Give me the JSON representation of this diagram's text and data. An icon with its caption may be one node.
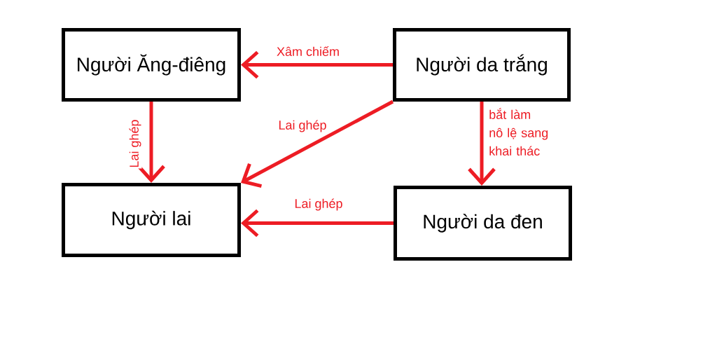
{
  "diagram": {
    "nodes": [
      {
        "text": [
          "Người Ăng-điêng"
        ]
      },
      {
        "text": [
          "Người da trắng"
        ]
      },
      {
        "text": [
          "Người lai"
        ]
      },
      {
        "text": [
          "Người da đen"
        ]
      }
    ],
    "edges": [
      {
        "from": 1,
        "to": 0,
        "arrow": "to",
        "label": "Xâm chiếm"
      },
      {
        "from": 0,
        "to": 2,
        "arrow": "to",
        "label": "Lai ghép"
      },
      {
        "from": 1,
        "to": 2,
        "arrow": "to",
        "label": "Lai ghép"
      },
      {
        "from": 1,
        "to": 3,
        "arrow": "to",
        "label": "bắt làm nô lệ sang khai thác"
      },
      {
        "from": 3,
        "to": 2,
        "arrow": "to",
        "label": "Lai ghép"
      }
    ]
  }
}
